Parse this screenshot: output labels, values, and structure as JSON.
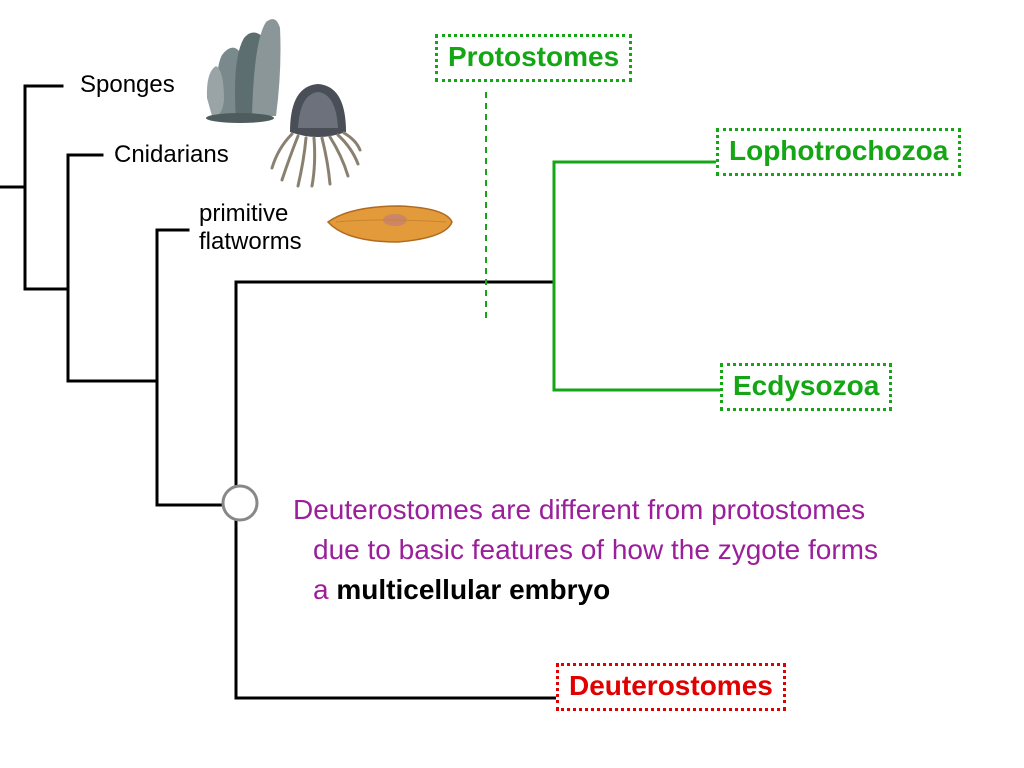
{
  "colors": {
    "tree_line": "#000000",
    "protostome_green": "#14a614",
    "deuterostome_red": "#e00000",
    "note_purple": "#9b1f9b",
    "node_circle": "#888888"
  },
  "taxa": {
    "sponges": "Sponges",
    "cnidarians": "Cnidarians",
    "flatworms_line1": "primitive",
    "flatworms_line2": "flatworms"
  },
  "groups": {
    "protostomes": "Protostomes",
    "lophotrochozoa": "Lophotrochozoa",
    "ecdysozoa": "Ecdysozoa",
    "deuterostomes": "Deuterostomes"
  },
  "note": {
    "line1": "Deuterostomes are different from protostomes",
    "line2": "due to basic features of how the zygote forms",
    "line3_prefix": "a ",
    "line3_bold": "multicellular embryo"
  },
  "illustrations": [
    "sponge-image",
    "jellyfish-image",
    "flatworm-image"
  ]
}
